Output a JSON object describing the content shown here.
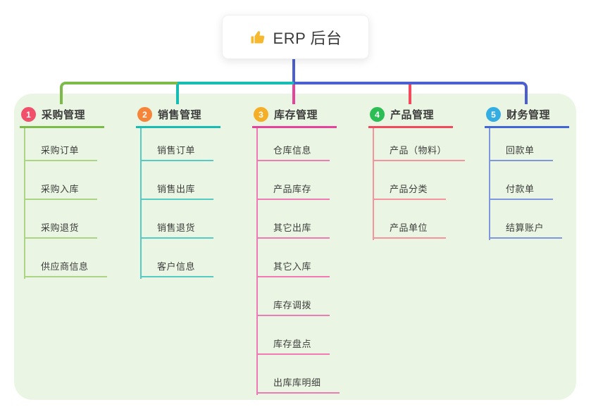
{
  "root": {
    "label": "ERP 后台",
    "icon": "thumbs-up"
  },
  "branches": [
    {
      "index": "1",
      "label": "采购管理",
      "badge_color": "#f1506b",
      "line_color": "#7cbb4a",
      "sub_line_color": "#abd584",
      "children": [
        "采购订单",
        "采购入库",
        "采购退货",
        "供应商信息"
      ]
    },
    {
      "index": "2",
      "label": "销售管理",
      "badge_color": "#f6853a",
      "line_color": "#17bcb2",
      "sub_line_color": "#55cbc3",
      "children": [
        "销售订单",
        "销售出库",
        "销售退货",
        "客户信息"
      ]
    },
    {
      "index": "3",
      "label": "库存管理",
      "badge_color": "#f5ae27",
      "line_color": "#e6439b",
      "sub_line_color": "#f07ab5",
      "children": [
        "仓库信息",
        "产品库存",
        "其它出库",
        "其它入库",
        "库存调拨",
        "库存盘点",
        "出库库明细"
      ]
    },
    {
      "index": "4",
      "label": "产品管理",
      "badge_color": "#2cbd55",
      "line_color": "#f4485d",
      "sub_line_color": "#f5949f",
      "children": [
        "产品（物料）",
        "产品分类",
        "产品单位"
      ]
    },
    {
      "index": "5",
      "label": "财务管理",
      "badge_color": "#34ade3",
      "line_color": "#4366d6",
      "sub_line_color": "#7e97dd",
      "children": [
        "回款单",
        "付款单",
        "结算账户"
      ]
    }
  ],
  "colors": {
    "canvas_bg": "#eaf6e3",
    "bus_blue": "#4c5fd0",
    "icon_yellow": "#f5b82e",
    "text": "#3d3d3d"
  }
}
